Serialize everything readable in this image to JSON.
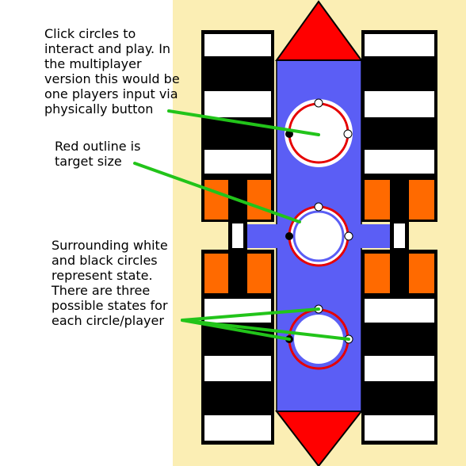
{
  "palette": {
    "background": "#fbeeb4",
    "board": "#5b5ef5",
    "outline": "#000000",
    "orange": "#ff6a00",
    "arrow": "#ff0000",
    "target_ring": "#e60000",
    "pointer": "#22c41a",
    "circle_fill": "#ffffff"
  },
  "annotations": [
    {
      "id": "note-1",
      "text": "Click circles to\ninteract and play.  In\nthe multiplayer\nversion this would be\none players input via\nphysically button"
    },
    {
      "id": "note-2",
      "text": "Red outline is\ntarget size"
    },
    {
      "id": "note-3",
      "text": "Surrounding white\nand black circles\nrepresent state.\nThere are three\npossible states for\neach circle/player"
    }
  ],
  "players": [
    {
      "name": "player-circle-top",
      "state_dots": [
        "white",
        "black",
        "white"
      ]
    },
    {
      "name": "player-circle-middle",
      "state_dots": [
        "white",
        "black",
        "white"
      ]
    },
    {
      "name": "player-circle-bottom",
      "state_dots": [
        "white",
        "black",
        "white"
      ]
    }
  ],
  "arrows": [
    {
      "direction": "up"
    },
    {
      "direction": "down"
    }
  ]
}
